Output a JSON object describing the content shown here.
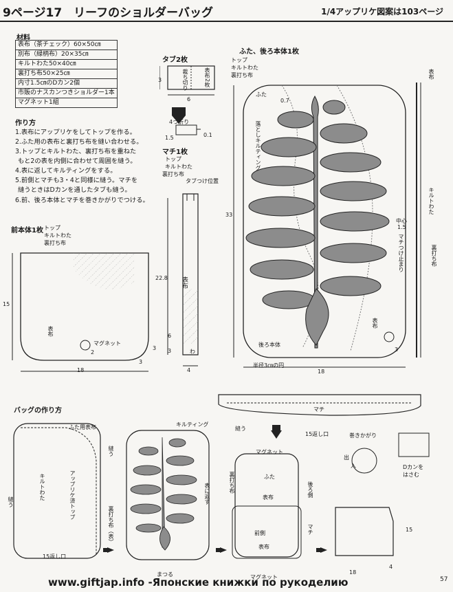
{
  "header": {
    "title": "9ページ17　リーフのショルダーバッグ",
    "ref": "1/4アップリケ図案は103ページ"
  },
  "materials": {
    "title": "材料",
    "items": [
      "表布（茶チェック）60×50㎝",
      "別布（緑柄布）20×35㎝",
      "キルトわた50×40㎝",
      "裏打ち布50×25㎝",
      "内寸1.5㎝のDカン2個",
      "市販のナスカンつきショルダー1本",
      "マグネット1組"
    ]
  },
  "steps": {
    "title": "作り方",
    "items": [
      "1.表布にアップリケをしてトップを作る。",
      "2.ふた用の表布と裏打ち布を縫い合わせる。",
      "3.トップとキルトわた、裏打ち布を重ねた",
      "もと2の表を内側に合わせて周囲を縫う。",
      "4.表に返してキルティングをする。",
      "5.前側とマチも3・4と同様に縫う。マチを",
      "縫うときはDカンを通したタブも縫う。",
      "6.前、後ろ本体とマチを巻きかがりでつける。"
    ]
  },
  "tab": {
    "title": "タブ2枚",
    "dim_w": "6",
    "dim_h": "3",
    "label_left": "裁ち切り",
    "label_right": "表布2枚",
    "fold_label": "4つ折り",
    "dim_a": "1.5",
    "dim_b": "0.1"
  },
  "gusset": {
    "title": "マチ1枚",
    "sub1": "トップ",
    "sub2": "キルトわた",
    "sub3": "裏打ち布",
    "tab_pos": "タブつけ位置",
    "fabric": "表布",
    "wa": "わ",
    "dim_len": "22.8",
    "dim_w": "4",
    "dim_6": "6",
    "dim_3": "3"
  },
  "front": {
    "title": "前本体1枚",
    "sub1": "トップ",
    "sub2": "キルトわた",
    "sub3": "裏打ち布",
    "fabric": "表布",
    "magnet": "マグネット",
    "dim_h": "15",
    "dim_w": "18",
    "dim_2": "2",
    "dim_3a": "3",
    "dim_3b": "3"
  },
  "flap": {
    "title": "ふた、後ろ本体1枚",
    "sub1": "トップ",
    "sub2": "キルトわた",
    "sub3": "裏打ち布",
    "futa": "ふた",
    "dim_07": "0.7",
    "leaf_label": "落としキルティング",
    "center": "中心",
    "dim_15": "1.5",
    "match": "マチつけ止まり",
    "fabric": "表布",
    "back": "後ろ本体",
    "circle": "半径3㎝の円",
    "dim_h": "33",
    "dim_w": "18",
    "dim_3": "3",
    "side_top": "表布",
    "side_mid": "キルトわた",
    "side_bot": "裏打ち布"
  },
  "how": {
    "title": "バッグの作り方",
    "futa_fabric": "ふた用表布",
    "sew": "縫う",
    "applique_top": "アップリケ済トップ",
    "quilt": "キルトわた",
    "sew2": "縫う",
    "back_cloth": "裏打ち布（表）",
    "gap": "15返し口",
    "quilting": "キルティング",
    "turn": "表に返す",
    "sew3": "まつる",
    "gusset": "マチ",
    "gap2": "15返し口",
    "sew4": "縫う",
    "magnet": "マグネット",
    "futa": "ふた",
    "ura": "裏打ち布",
    "fabric": "表布",
    "ushiro": "後ろ側",
    "front": "前側",
    "machi": "マチ",
    "fabric2": "表布",
    "magnet2": "マグネット",
    "wrap": "巻きかがり",
    "out": "出",
    "in": "入",
    "dring": "Dカンを\nはさむ",
    "dim_15": "15",
    "dim_18": "18",
    "dim_4": "4"
  },
  "footer": {
    "url": "www.giftjap.info -Японские книжки по рукоделию",
    "page": "57"
  }
}
